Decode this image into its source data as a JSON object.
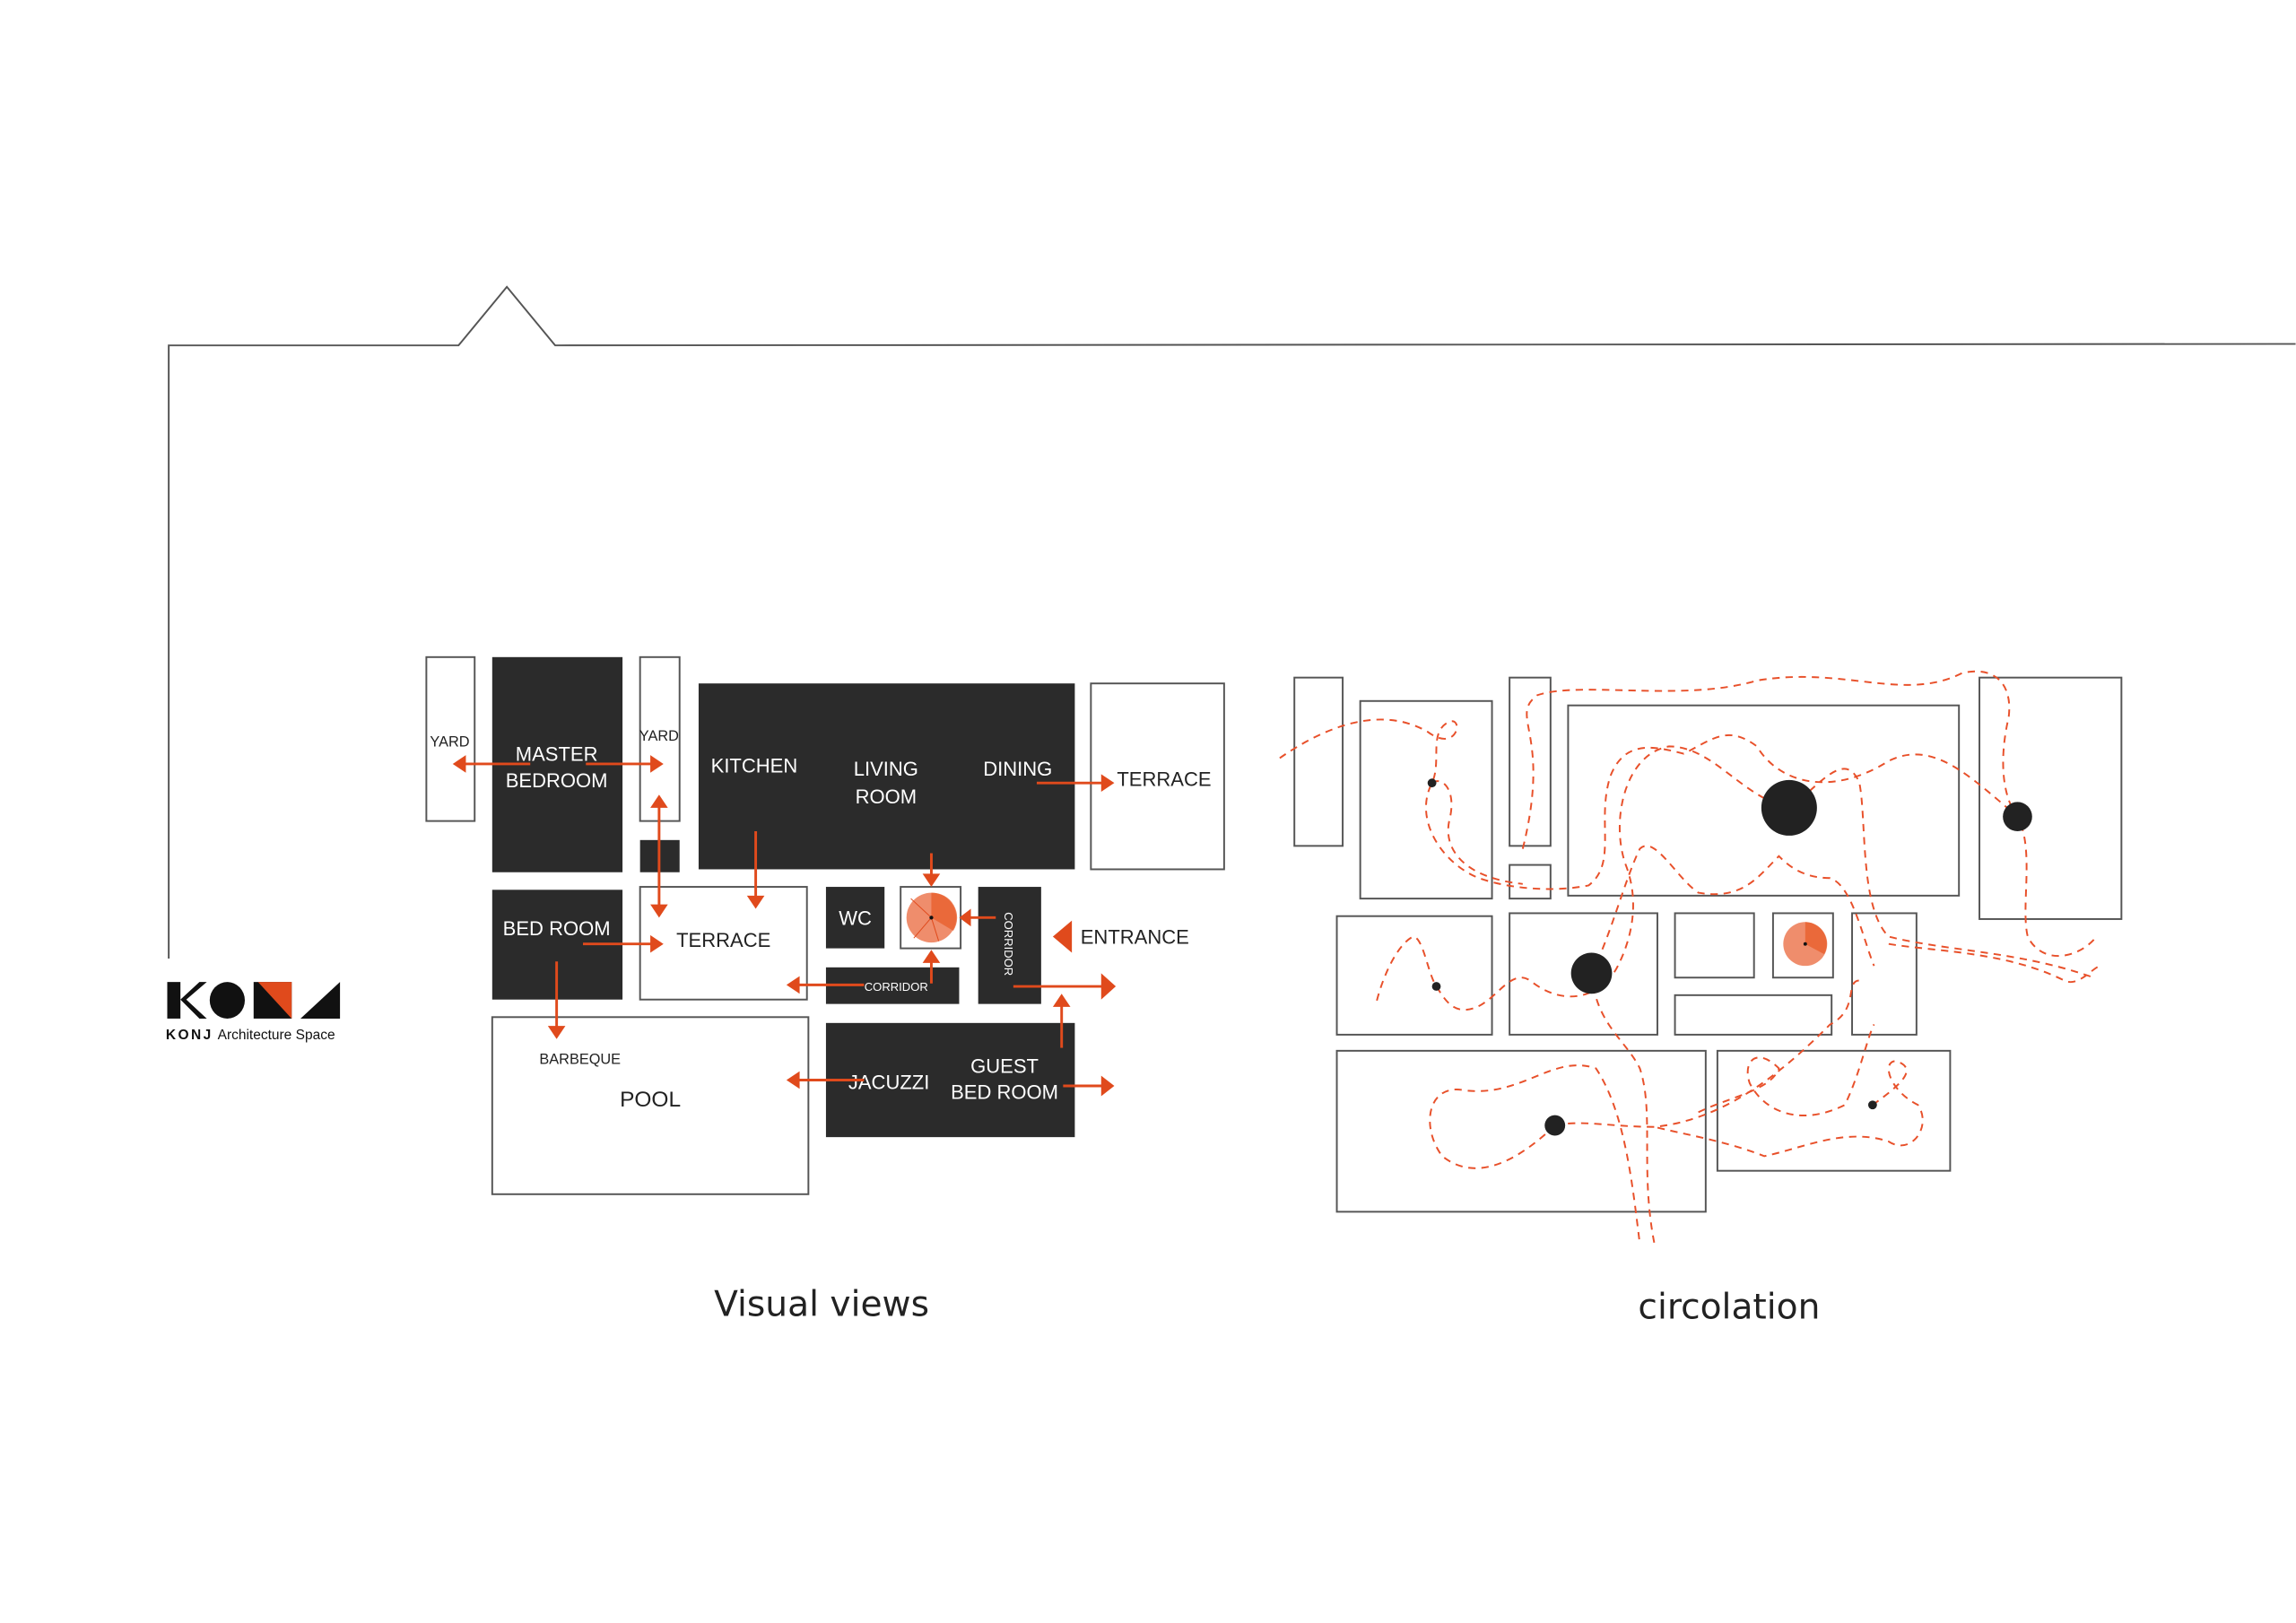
{
  "logo": {
    "letters": "KONJ",
    "brand": "KONJ",
    "subtitle": "Architecture Space"
  },
  "colors": {
    "accent": "#e04a1c",
    "dark": "#2b2b2b",
    "circle": "#ef8d6c"
  },
  "visual_views": {
    "caption": "Visual views",
    "rooms": {
      "yard_left": "YARD",
      "master_1": "MASTER",
      "master_2": "BEDROOM",
      "yard_right": "YARD",
      "kitchen": "KITCHEN",
      "living_1": "LIVING",
      "living_2": "ROOM",
      "dining": "DINING",
      "terrace_right": "TERRACE",
      "bedroom": "BED ROOM",
      "terrace_mid": "TERRACE",
      "wc": "WC",
      "corridor_v": "CORRIDOR",
      "entrance": "ENTRANCE",
      "corridor_h": "CORRIDOR",
      "barbeque": "BARBEQUE",
      "pool": "POOL",
      "jacuzzi": "JACUZZI",
      "guest_1": "GUEST",
      "guest_2": "BED ROOM"
    }
  },
  "circulation": {
    "caption": "circolation"
  }
}
